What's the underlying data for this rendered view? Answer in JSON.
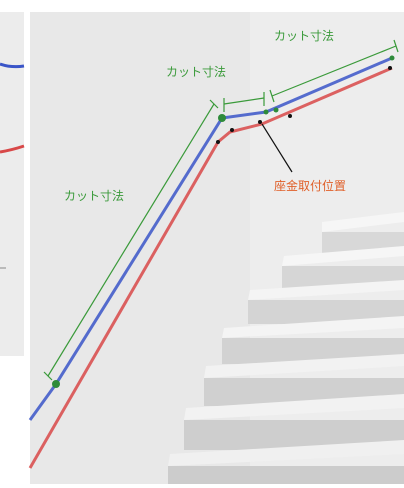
{
  "labels": {
    "cut_length_top": "カット寸法",
    "cut_length_middle": "カット寸法",
    "cut_length_left": "カット寸法",
    "bracket_position": "座金取付位置"
  },
  "colors": {
    "dimension_green": "#3a9a3a",
    "bracket_label_orange": "#e0602a",
    "rail_blue": "#3a55c8",
    "rail_red": "#d84848",
    "wall": "#e6e6e6",
    "step_tread": "#f4f4f4",
    "step_riser": "#d6d6d6"
  }
}
